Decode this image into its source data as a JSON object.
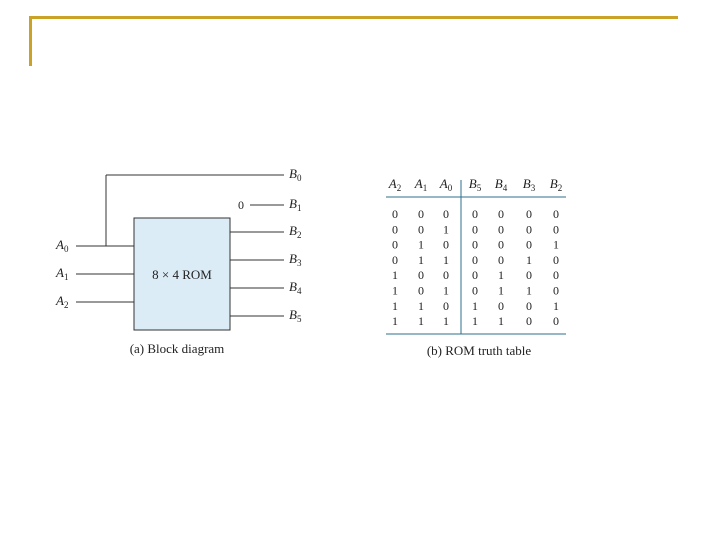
{
  "block_diagram": {
    "rom_label": "8 × 4 ROM",
    "inputs": [
      {
        "letter": "A",
        "sub": "0"
      },
      {
        "letter": "A",
        "sub": "1"
      },
      {
        "letter": "A",
        "sub": "2"
      }
    ],
    "outputs": [
      {
        "letter": "B",
        "sub": "0"
      },
      {
        "letter": "B",
        "sub": "1"
      },
      {
        "letter": "B",
        "sub": "2"
      },
      {
        "letter": "B",
        "sub": "3"
      },
      {
        "letter": "B",
        "sub": "4"
      },
      {
        "letter": "B",
        "sub": "5"
      }
    ],
    "constant_zero": "0",
    "caption": "(a) Block diagram"
  },
  "truth_table": {
    "headers": [
      {
        "letter": "A",
        "sub": "2"
      },
      {
        "letter": "A",
        "sub": "1"
      },
      {
        "letter": "A",
        "sub": "0"
      },
      {
        "letter": "B",
        "sub": "5"
      },
      {
        "letter": "B",
        "sub": "4"
      },
      {
        "letter": "B",
        "sub": "3"
      },
      {
        "letter": "B",
        "sub": "2"
      }
    ],
    "rows": [
      [
        "0",
        "0",
        "0",
        "0",
        "0",
        "0",
        "0"
      ],
      [
        "0",
        "0",
        "1",
        "0",
        "0",
        "0",
        "0"
      ],
      [
        "0",
        "1",
        "0",
        "0",
        "0",
        "0",
        "1"
      ],
      [
        "0",
        "1",
        "1",
        "0",
        "0",
        "1",
        "0"
      ],
      [
        "1",
        "0",
        "0",
        "0",
        "1",
        "0",
        "0"
      ],
      [
        "1",
        "0",
        "1",
        "0",
        "1",
        "1",
        "0"
      ],
      [
        "1",
        "1",
        "0",
        "1",
        "0",
        "0",
        "1"
      ],
      [
        "1",
        "1",
        "1",
        "1",
        "1",
        "0",
        "0"
      ]
    ],
    "caption": "(b) ROM truth table"
  },
  "colors": {
    "rom_fill": "#dcecf7",
    "rule_color": "#2e6f8e",
    "accent": "#c9a227"
  }
}
